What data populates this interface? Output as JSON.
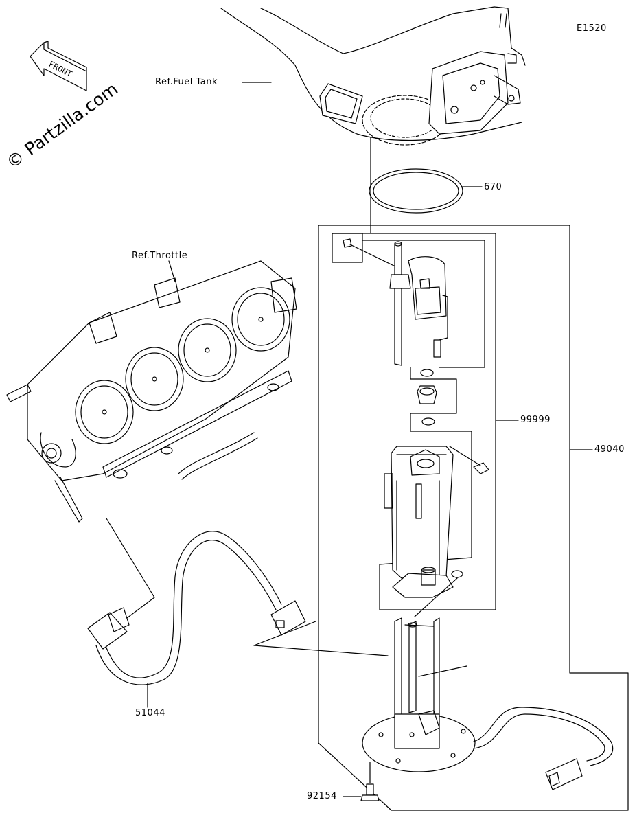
{
  "diagram_code": "E1520",
  "watermark": "© Partzilla.com",
  "front_label": "FRONT",
  "labels": {
    "fuel_tank": "Ref.Fuel Tank",
    "throttle": "Ref.Throttle",
    "oring": "670",
    "pump_subassy": "99999",
    "pump_assy": "49040",
    "hose": "51044",
    "bolt": "92154"
  }
}
